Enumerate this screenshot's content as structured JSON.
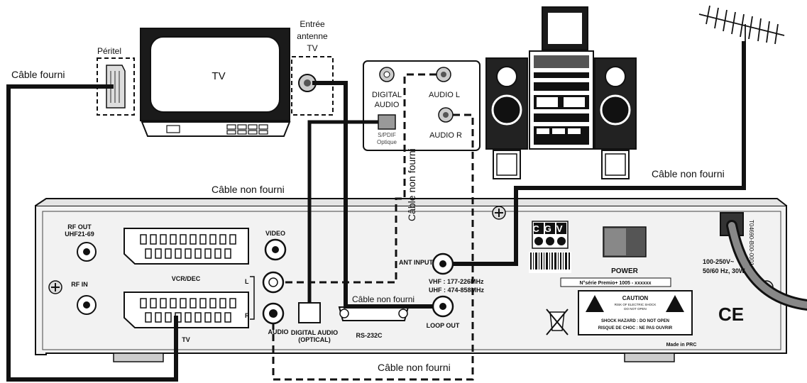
{
  "tv": {
    "label": "TV"
  },
  "peritel": {
    "label": "Péritel"
  },
  "antenna_input": {
    "line1": "Entrée",
    "line2": "antenne",
    "line3": "TV"
  },
  "cables": {
    "cable_fourni_top": "Câble fourni",
    "cable_non_fourni_center": "Câble non fourni",
    "cable_non_fourni_vertical": "Câble non fourni",
    "cable_non_fourni_right": "Câble non fourni",
    "cable_non_fourni_mid": "Câble non fourni",
    "cable_non_fourni_bottom": "Câble non fourni"
  },
  "audio_panel": {
    "digital_audio_line1": "DIGITAL",
    "digital_audio_line2": "AUDIO",
    "spdif_line1": "S/PDIF",
    "spdif_line2": "Optique",
    "audio_l": "AUDIO L",
    "audio_r": "AUDIO R"
  },
  "receiver": {
    "rf_out_line1": "RF OUT",
    "rf_out_line2": "UHF21-69",
    "rf_in": "RF IN",
    "vcr_dec": "VCR/DEC",
    "tv_scart": "TV",
    "video": "VIDEO",
    "left": "L",
    "right": "R",
    "audio": "AUDIO",
    "digital_audio_optical_line1": "DIGITAL AUDIO",
    "digital_audio_optical_line2": "(OPTICAL)",
    "rs232c": "RS-232C",
    "ant_input": "ANT INPUT",
    "vhf": "VHF : 177-226MHz",
    "uhf": "UHF : 474-858MHz",
    "loop_out": "LOOP OUT",
    "logo": "CGV",
    "serial": "N°série Premio+ 1005 - xxxxxx",
    "power": "POWER",
    "caution_title": "CAUTION",
    "caution_sub1": "RISK OF ELECTRIC SHOCK",
    "caution_sub2": "DO NOT OPEN",
    "shock_line1": "SHOCK HAZARD : DO NOT OPEN",
    "shock_line2": "RISQUE DE CHOC : NE PAS OUVRIR",
    "made_in": "Made in PRC",
    "ce": "CE",
    "voltage_line1": "100-250V~",
    "voltage_line2": "50/60 Hz, 30W",
    "side_label": "T04690-B00-0001"
  }
}
